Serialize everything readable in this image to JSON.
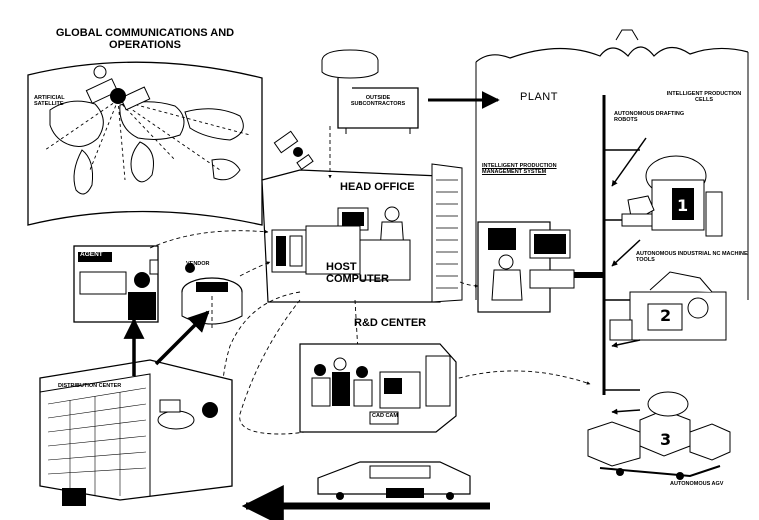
{
  "labels": {
    "global": "GLOBAL COMMUNICATIONS AND OPERATIONS",
    "satellite": "ARTIFICIAL SATELLITE",
    "subcontractors": "OUTSIDE SUBCONTRACTORS",
    "plant": "PLANT",
    "head_office": "HEAD OFFICE",
    "host_computer": "HOST COMPUTER",
    "ipms": "INTELLIGENT PRODUCTION MANAGEMENT SYSTEM",
    "cells": "INTELLIGENT PRODUCTION CELLS",
    "robots": "AUTONOMOUS DRAFTING ROBOTS",
    "nc_tools": "AUTONOMOUS INDUSTRIAL NC MACHINE TOOLS",
    "agv": "AUTONOMOUS AGV",
    "rd_center": "R&D CENTER",
    "agent": "AGENT",
    "dist_center": "DISTRIBUTION CENTER",
    "cad_cam": "CAD CAM",
    "dealer": "VENDOR"
  },
  "cell_numbers": [
    "1",
    "2",
    "3"
  ],
  "colors": {
    "ink": "#000000",
    "paper": "#ffffff",
    "gray": "#9a9a9a",
    "light": "#d8d8d8"
  }
}
